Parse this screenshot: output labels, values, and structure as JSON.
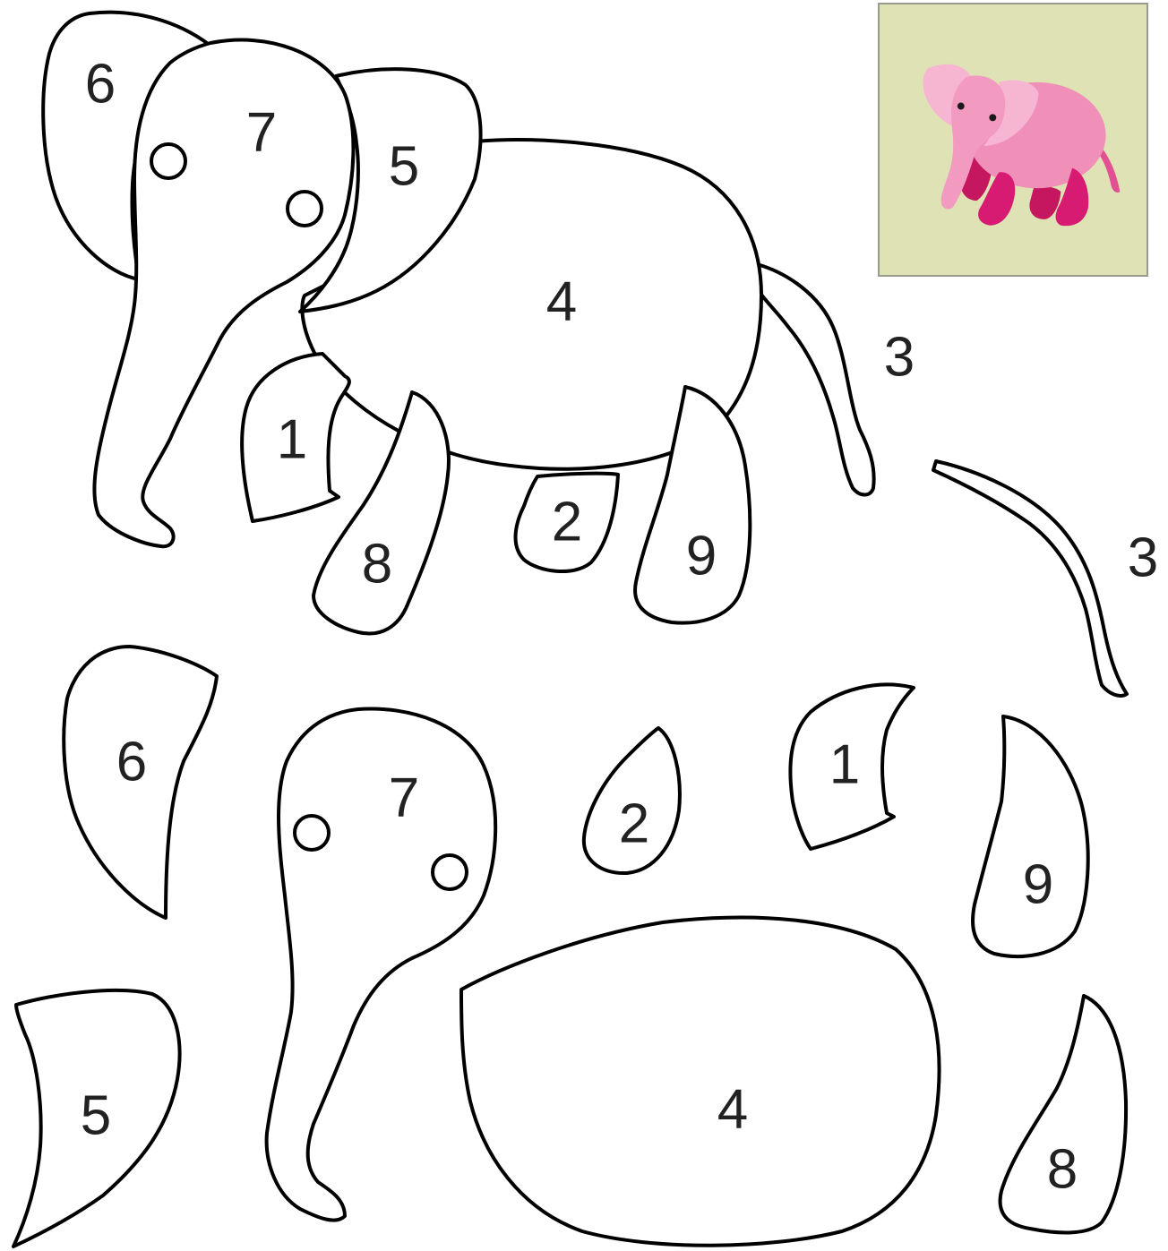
{
  "labels": {
    "assembled": {
      "p1": "1",
      "p2": "2",
      "p3": "3",
      "p4": "4",
      "p5": "5",
      "p6": "6",
      "p7": "7",
      "p8": "8",
      "p9": "9"
    },
    "separate": {
      "p1": "1",
      "p2": "2",
      "p3": "3",
      "p4": "4",
      "p5": "5",
      "p6": "6",
      "p7": "7",
      "p8": "8",
      "p9": "9"
    }
  },
  "colors": {
    "outline": "#000000",
    "piece_fill": "#ffffff",
    "thumb_background": "#dfe2b5",
    "elephant_pink": "#f08fb8",
    "ear_pink": "#f6b6d2",
    "leg_magenta": "#d81b72"
  }
}
